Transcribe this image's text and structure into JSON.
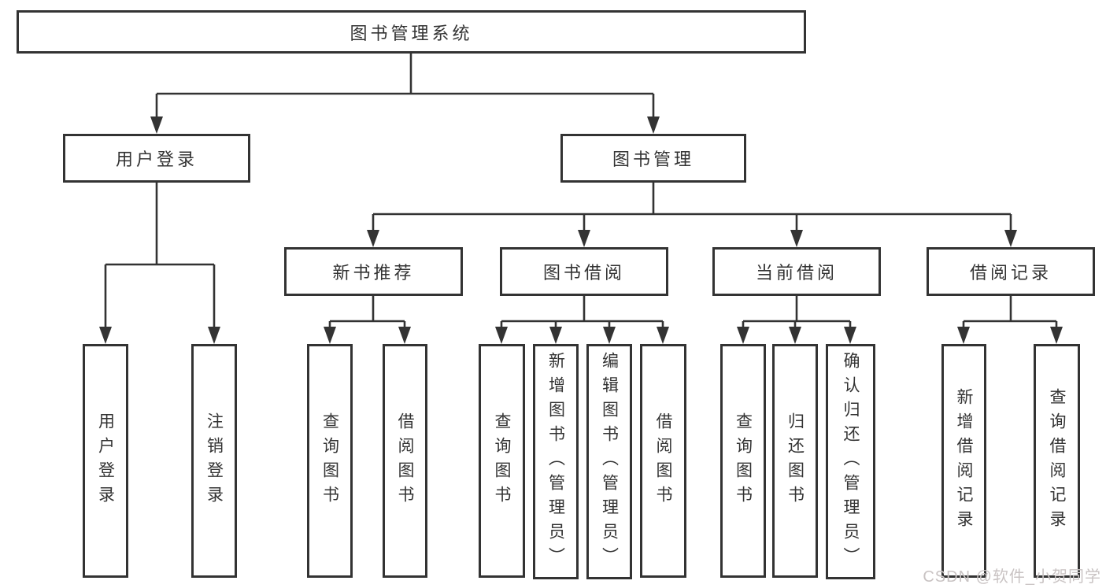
{
  "title": "图书管理系统",
  "level2": {
    "user": "用户登录",
    "book": "图书管理"
  },
  "level3": {
    "recommend": "新书推荐",
    "borrow": "图书借阅",
    "current": "当前借阅",
    "records": "借阅记录"
  },
  "leaves": {
    "user": [
      "用户登录",
      "注销登录"
    ],
    "recommend": [
      "查询图书",
      "借阅图书"
    ],
    "borrow": [
      "查询图书",
      "新增图书（管理员）",
      "编辑图书（管理员）",
      "借阅图书"
    ],
    "current": [
      "查询图书",
      "归还图书",
      "确认归还（管理员）"
    ],
    "records": [
      "新增借阅记录",
      "查询借阅记录"
    ]
  },
  "watermark": "CSDN @软件_小贺同学",
  "colors": {
    "line": "#333333",
    "box_border": "#333333",
    "text": "#333333",
    "watermark": "#c9c3c3",
    "background": "#ffffff"
  }
}
